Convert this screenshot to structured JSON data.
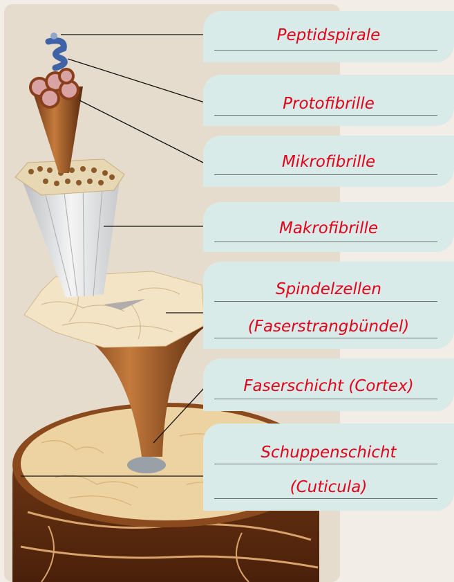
{
  "colors": {
    "label_text": "#e2001a",
    "label_box": "#d8ebe8",
    "panel": "#e5dccd",
    "background": "#f2ede6"
  },
  "labels": [
    {
      "id": "peptidspirale",
      "lines": [
        "Peptidspirale"
      ]
    },
    {
      "id": "protofibrille",
      "lines": [
        "Protofibrille"
      ]
    },
    {
      "id": "mikrofibrille",
      "lines": [
        "Mikrofibrille"
      ]
    },
    {
      "id": "makrofibrille",
      "lines": [
        "Makrofibrille"
      ]
    },
    {
      "id": "spindelzellen",
      "lines": [
        "Spindelzellen",
        "(Faserstrangbündel)"
      ]
    },
    {
      "id": "faserschicht",
      "lines": [
        "Faserschicht (Cortex)"
      ]
    },
    {
      "id": "schuppenschicht",
      "lines": [
        "Schuppenschicht",
        "(Cuticula)"
      ]
    }
  ]
}
